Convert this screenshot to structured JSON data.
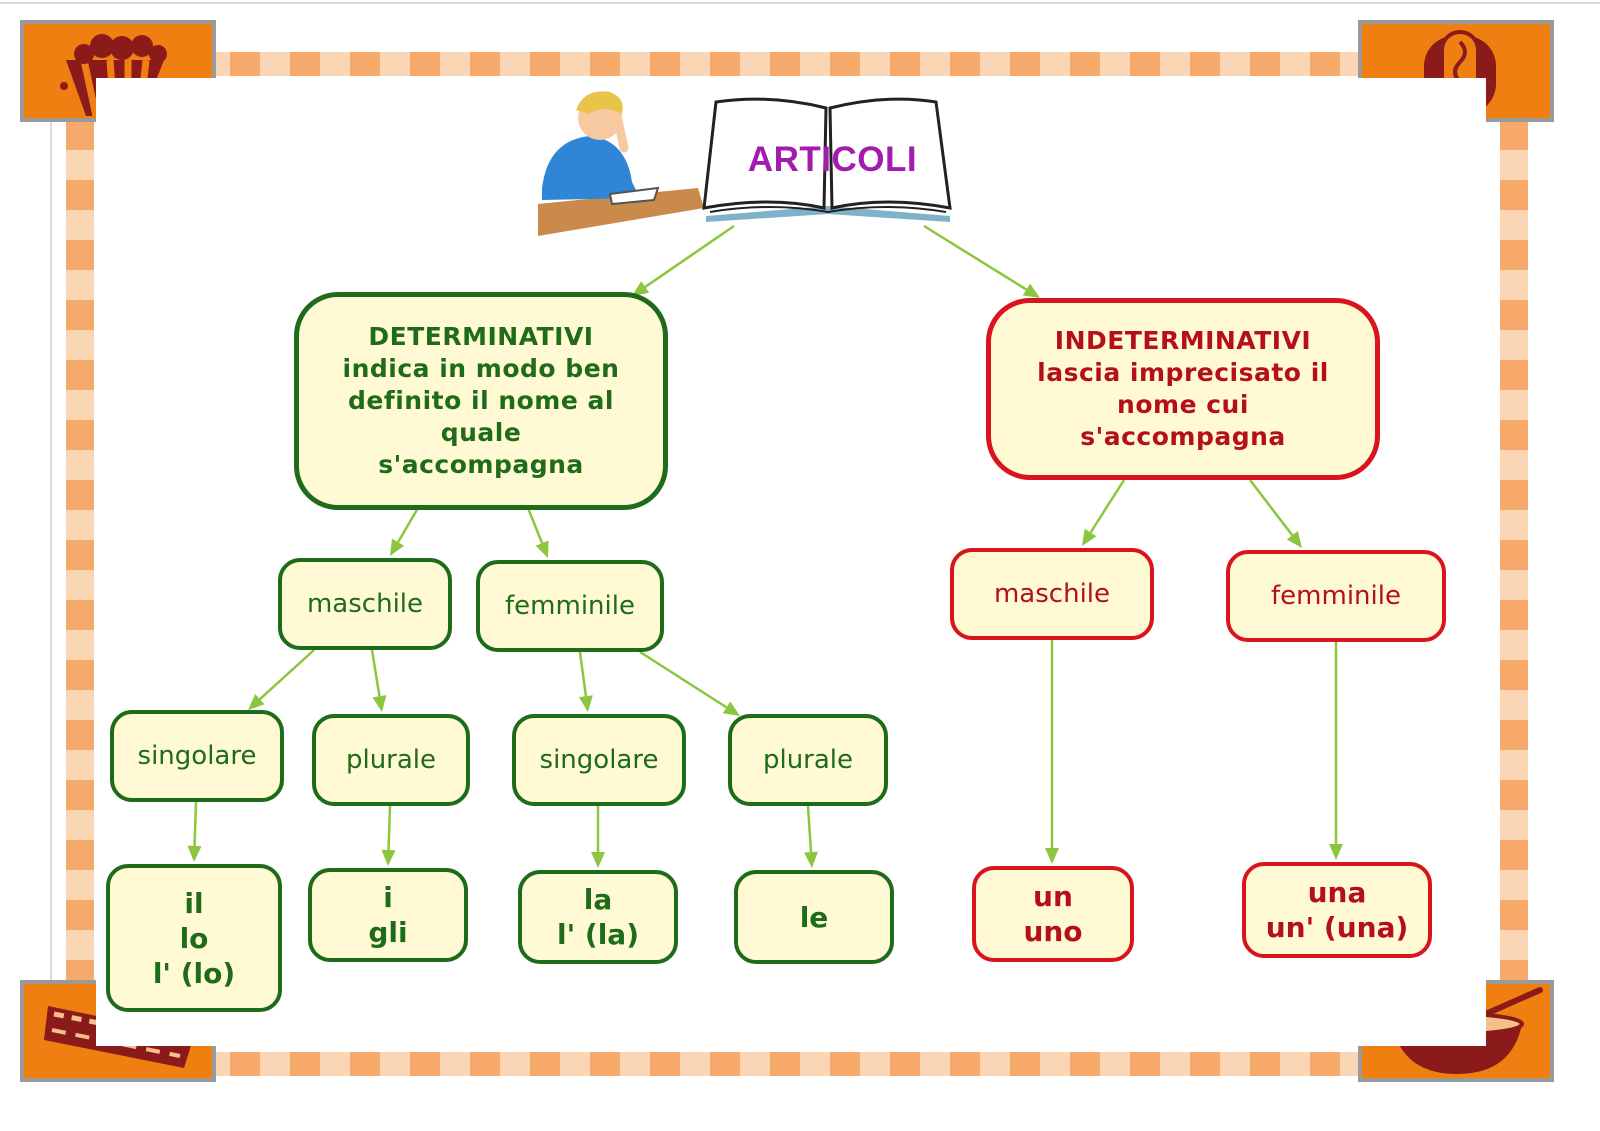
{
  "title": "ARTICOLI",
  "determinativi": {
    "heading": "DETERMINATIVI",
    "description_lines": [
      "indica in modo ben",
      "definito il nome al",
      "quale",
      "s'accompagna"
    ],
    "maschile": {
      "label": "maschile",
      "singolare": {
        "label": "singolare",
        "articles": [
          "il",
          "lo",
          "l' (lo)"
        ]
      },
      "plurale": {
        "label": "plurale",
        "articles": [
          "i",
          "gli"
        ]
      }
    },
    "femminile": {
      "label": "femminile",
      "singolare": {
        "label": "singolare",
        "articles": [
          "la",
          "l' (la)"
        ]
      },
      "plurale": {
        "label": "plurale",
        "articles": [
          "le"
        ]
      }
    }
  },
  "indeterminativi": {
    "heading": "INDETERMINATIVI",
    "description_lines": [
      "lascia imprecisato il",
      "nome cui",
      "s'accompagna"
    ],
    "maschile": {
      "label": "maschile",
      "articles": [
        "un",
        "uno"
      ]
    },
    "femminile": {
      "label": "femminile",
      "articles": [
        "una",
        "un' (una)"
      ]
    }
  },
  "colors": {
    "determinativi": "#1e6b1a",
    "indeterminativi": "#d8141c",
    "box_fill": "#fffad4",
    "connector": "#8cc63f",
    "title": "#a21caf",
    "frame_orange": "#f07f12"
  },
  "icons": [
    "popcorn-icon",
    "hotdog-icon",
    "pie-slice-icon",
    "soup-bowl-icon",
    "reading-boy-icon",
    "open-book-icon"
  ]
}
